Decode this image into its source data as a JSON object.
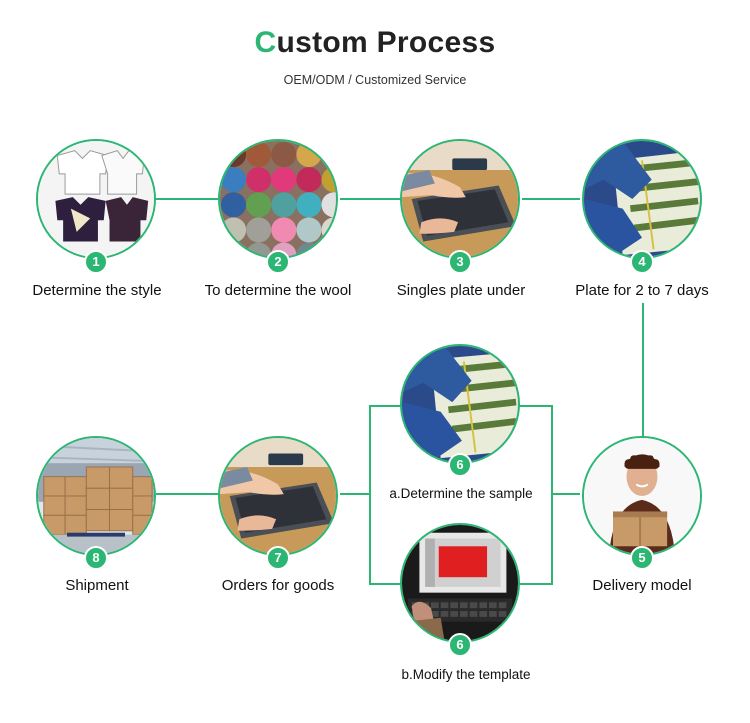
{
  "header": {
    "title_accent": "C",
    "title_rest": "ustom Process",
    "subtitle": "OEM/ODM /  Customized Service"
  },
  "colors": {
    "accent": "#2bb673",
    "text": "#111111"
  },
  "steps": [
    {
      "number": "1",
      "label": "Determine the style",
      "image": "sweater-designs"
    },
    {
      "number": "2",
      "label": "To determine the wool",
      "image": "wool-yarn-balls"
    },
    {
      "number": "3",
      "label": "Singles plate under",
      "image": "laptop-typing"
    },
    {
      "number": "4",
      "label": "Plate for 2 to 7 days",
      "image": "knitted-garment-sample"
    },
    {
      "number": "5",
      "label": "Delivery model",
      "image": "delivery-man-with-box"
    },
    {
      "number": "6",
      "label": "a.Determine the sample",
      "image": "knitted-garment-sample"
    },
    {
      "number": "6",
      "label": "b.Modify the template",
      "image": "computer-design-workstation"
    },
    {
      "number": "7",
      "label": "Orders for goods",
      "image": "laptop-typing"
    },
    {
      "number": "8",
      "label": "Shipment",
      "image": "warehouse-boxes"
    }
  ]
}
